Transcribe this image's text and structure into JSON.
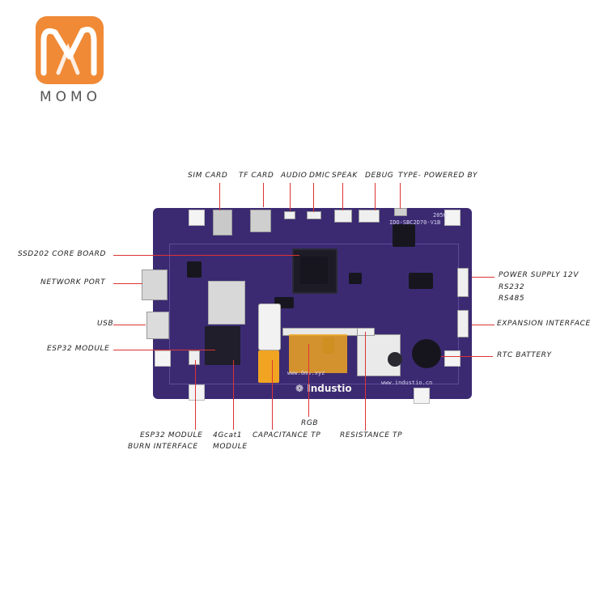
{
  "logo": {
    "text": "MOMO",
    "brand_color": "#f08a36"
  },
  "board": {
    "silk_model": "IDO-SBC2D70-V1B",
    "silk_code": "2050",
    "silk_url_left": "www.0ms.xyz",
    "silk_url_right": "www.industio.cn",
    "brand": "Industio",
    "color": "#3b2a72"
  },
  "labels": {
    "sim_card": "SIM CARD",
    "tf_card": "TF CARD",
    "audio": "AUDIO",
    "dmic": "DMIC",
    "speak": "SPEAK",
    "debug": "DEBUG",
    "type_powered": "TYPE- POWERED BY",
    "ssd202": "SSD202 CORE BOARD",
    "network_port": "NETWORK PORT",
    "usb": "USB",
    "esp32_module": "ESP32 MODULE",
    "power_supply": "POWER SUPPLY 12V",
    "rs232": "RS232",
    "rs485": "RS485",
    "expansion": "EXPANSION INTERFACE",
    "rtc_battery": "RTC BATTERY",
    "esp32_burn_1": "ESP32 MODULE",
    "esp32_burn_2": "BURN INTERFACE",
    "cat1_1": "4Gcat1",
    "cat1_2": "MODULE",
    "capacitance": "CAPACITANCE TP",
    "rgb": "RGB",
    "resistance": "RESISTANCE TP"
  },
  "leader_color": "#dd3333"
}
